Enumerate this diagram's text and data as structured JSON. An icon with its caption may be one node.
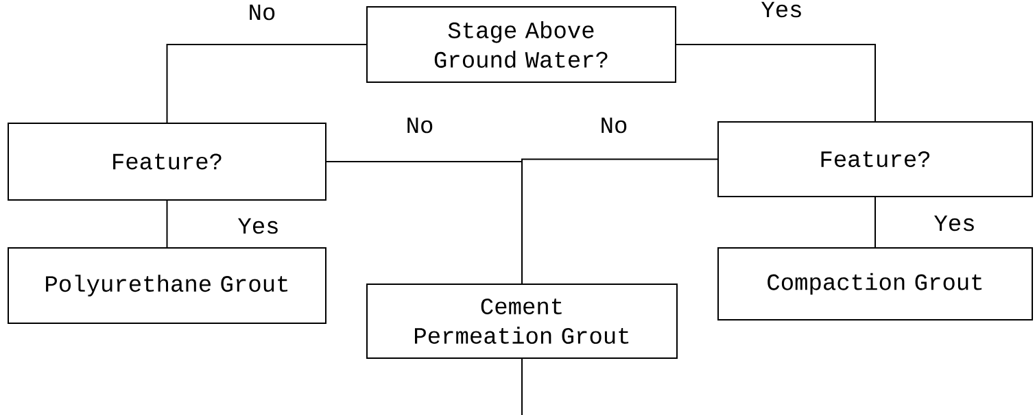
{
  "diagram": {
    "nodes": [
      {
        "text": [
          "Stage Above Ground Water?"
        ]
      },
      {
        "text": [
          "Feature?"
        ]
      },
      {
        "text": [
          "Feature?"
        ]
      },
      {
        "text": [
          "Polyurethane Grout"
        ]
      },
      {
        "text": [
          "Cement Permeation Grout"
        ]
      },
      {
        "text": [
          "Compaction Grout"
        ]
      }
    ],
    "edges": [
      {
        "from": 0,
        "to": 1,
        "arrow": "none",
        "label": "No"
      },
      {
        "from": 0,
        "to": 2,
        "arrow": "none",
        "label": "Yes"
      },
      {
        "from": 1,
        "to": 3,
        "arrow": "none",
        "label": "Yes"
      },
      {
        "from": 2,
        "to": 5,
        "arrow": "none",
        "label": "Yes"
      },
      {
        "from": 1,
        "to": 4,
        "arrow": "none",
        "label": "No"
      },
      {
        "from": 2,
        "to": 4,
        "arrow": "none",
        "label": "No"
      },
      {
        "from": 4,
        "to": null,
        "arrow": "none"
      }
    ]
  }
}
